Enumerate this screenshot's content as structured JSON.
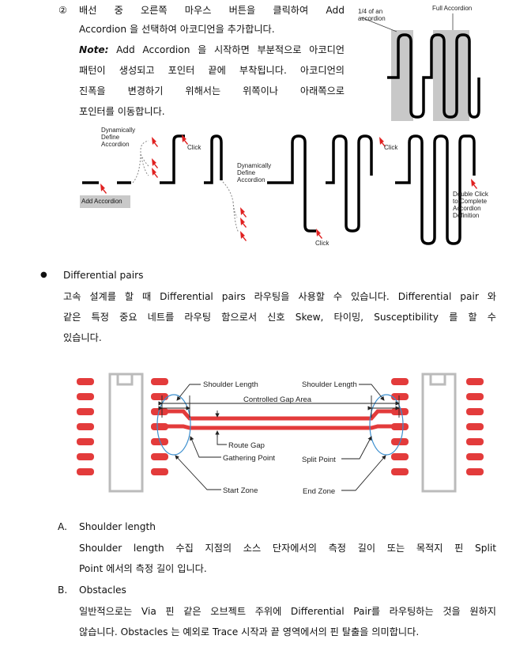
{
  "step": {
    "marker": "②",
    "lines": [
      "배선 중 오른쪽 마우스 버튼을 클릭하여 Add",
      "Accordion 을 선택하여 아코디언을 추가합니다."
    ],
    "note_label": "Note:",
    "note_lines": [
      " Add Accordion 을 시작하면 부분적으로 아코디언",
      "패턴이 생성되고 포인터 끝에 부착됩니다. 아코디언의",
      "진폭을 변경하기 위해서는 위쪽이나 아래쪽으로",
      "포인터를 이동합니다."
    ]
  },
  "accordion_figure": {
    "quarter_label": [
      "1/4 of an",
      "accordion"
    ],
    "full_label": "Full Accordion",
    "dynamic_label_1": [
      "Dynamically",
      "Define",
      "Accordion"
    ],
    "dynamic_label_2": [
      "Dynamically",
      "Define",
      "Accordion"
    ],
    "click_1": "Click",
    "click_2": "Click",
    "click_3": "Click",
    "double_click": [
      "Double Click",
      "to Complete",
      "Accordion",
      "Definition"
    ],
    "add_button": "Add Accordion"
  },
  "diff_pairs": {
    "bullet": "●",
    "heading": "Differential pairs",
    "lines": [
      "고속 설계를 할 때 Differential pairs 라우팅을 사용할 수 있습니다. Differential pair 와",
      "같은 특정 중요 네트를 라우팅 함으로서 신호 Skew, 타이밍, Susceptibility 를 할 수",
      "있습니다."
    ]
  },
  "pair_figure": {
    "shoulder_left": "Shoulder Length",
    "shoulder_right": "Shoulder Length",
    "controlled_gap": "Controlled Gap Area",
    "route_gap": "Route Gap",
    "gathering_point": "Gathering Point",
    "split_point": "Split Point",
    "start_zone": "Start Zone",
    "end_zone": "End Zone"
  },
  "items": [
    {
      "letter": "A.",
      "title": "Shoulder length",
      "lines": [
        "Shoulder length 수집 지점의 소스 단자에서의 측정 길이 또는 목적지 핀 Split",
        "Point 에서의 측정 길이 입니다."
      ]
    },
    {
      "letter": "B.",
      "title": "Obstacles",
      "lines": [
        "일반적으로는 Via 핀 같은 오브젝트 주위에 Differential Pair를 라우팅하는 것을 원하지",
        "않습니다. Obstacles 는 예외로 Trace 시작과 끝 영역에서의 핀 탈출을 의미합니다."
      ]
    }
  ]
}
